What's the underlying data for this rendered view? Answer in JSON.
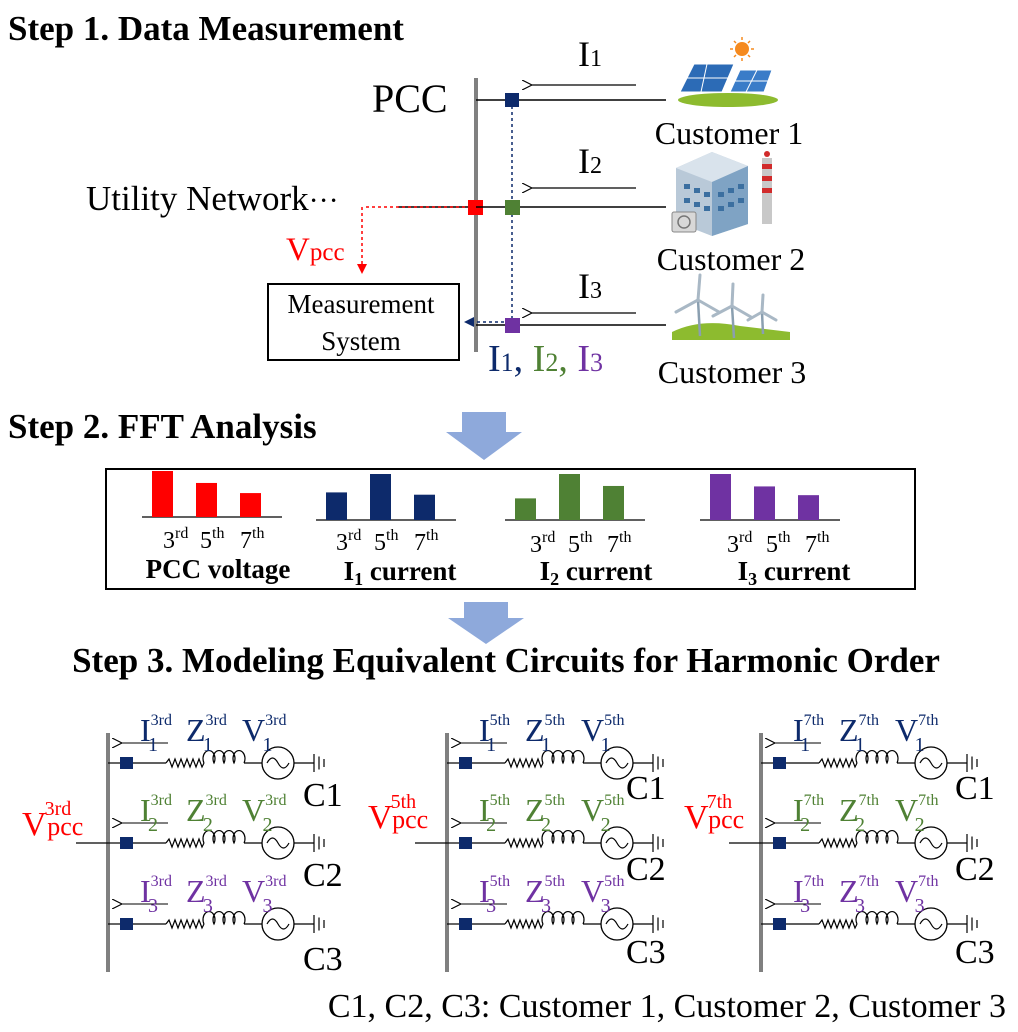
{
  "step1": {
    "title": "Step 1. Data Measurement",
    "pcc_label": "PCC",
    "utility_label": "Utility Network",
    "utility_dots": "···",
    "vpcc": {
      "main": "V",
      "sub": "pcc"
    },
    "measurement_label": [
      "Measurement",
      "System"
    ],
    "currents": [
      {
        "main": "I",
        "sub": "1"
      },
      {
        "main": "I",
        "sub": "2"
      },
      {
        "main": "I",
        "sub": "3"
      }
    ],
    "customers": [
      "Customer 1",
      "Customer 2",
      "Customer 3"
    ],
    "measured_currents": [
      {
        "main": "I",
        "sub": "1",
        "sep": ","
      },
      {
        "main": "I",
        "sub": "2",
        "sep": ","
      },
      {
        "main": "I",
        "sub": "3",
        "sep": ""
      }
    ]
  },
  "step2": {
    "title": "Step 2. FFT Analysis",
    "spectra": [
      {
        "caption_main": "PCC voltage",
        "caption_sub": "",
        "caption_rest": "",
        "color": "#ff0000",
        "values": [
          1.0,
          0.74,
          0.52
        ]
      },
      {
        "caption_main": "I",
        "caption_sub": "1",
        "caption_rest": " current",
        "color": "#0d2a6b",
        "values": [
          0.6,
          1.0,
          0.55
        ]
      },
      {
        "caption_main": "I",
        "caption_sub": "2",
        "caption_rest": " current",
        "color": "#4f8134",
        "values": [
          0.47,
          1.0,
          0.74
        ]
      },
      {
        "caption_main": "I",
        "caption_sub": "3",
        "caption_rest": " current",
        "color": "#6f32a2",
        "values": [
          1.0,
          0.73,
          0.54
        ]
      }
    ],
    "harmonics": [
      {
        "num": "3",
        "suf": "rd"
      },
      {
        "num": "5",
        "suf": "th"
      },
      {
        "num": "7",
        "suf": "th"
      }
    ]
  },
  "step3": {
    "title": "Step 3. Modeling Equivalent Circuits for Harmonic Order",
    "circuits": [
      {
        "order": "3rd"
      },
      {
        "order": "5th"
      },
      {
        "order": "7th"
      }
    ],
    "vpcc": {
      "main": "V",
      "sub": "pcc"
    },
    "branch_labels": {
      "I": "I",
      "Z": "Z",
      "V": "V"
    },
    "customer_tags": [
      "C1",
      "C2",
      "C3"
    ],
    "branch_colors": [
      "#0d2a6b",
      "#4f8134",
      "#6f32a2"
    ]
  },
  "footnote": "C1, C2, C3: Customer 1, Customer 2, Customer 3",
  "colors": {
    "vpcc": "#ff0000",
    "bus": "#808080",
    "arrow": "#8ea9db",
    "node_red": "#ff0000",
    "node_green": "#4f8134",
    "node_navy": "#0d2a6b",
    "node_purple": "#6f32a2"
  },
  "icons": [
    "solar-panel-icon",
    "factory-icon",
    "wind-turbine-icon"
  ]
}
